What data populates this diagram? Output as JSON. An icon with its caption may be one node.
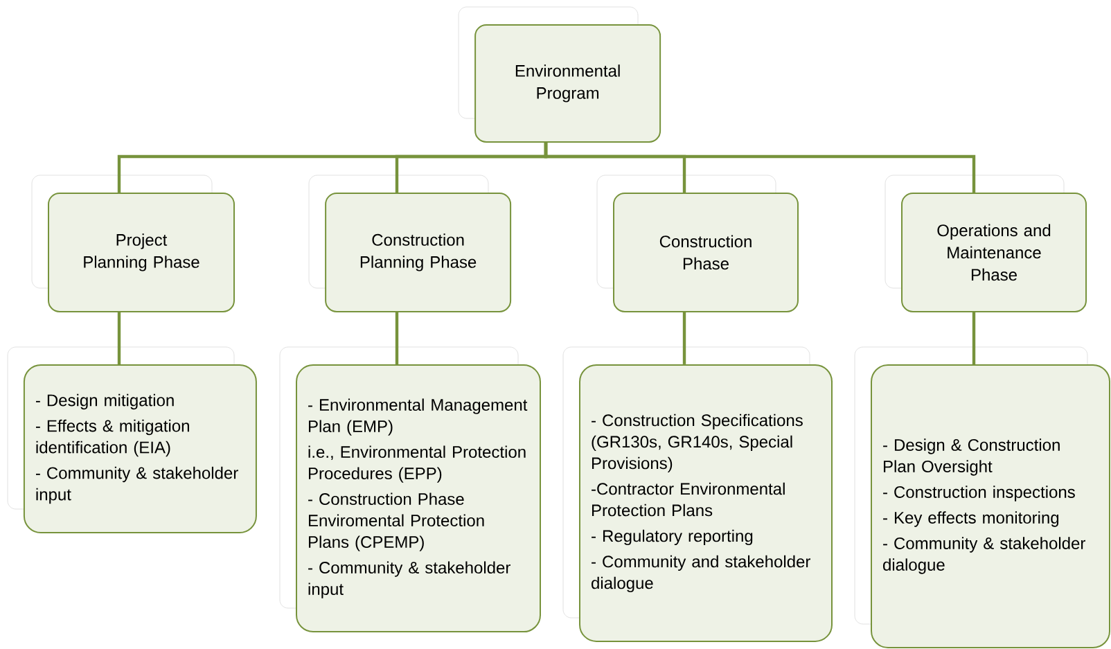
{
  "diagram": {
    "nodes": [
      {
        "text": [
          "Environmental Program"
        ]
      },
      {
        "text": [
          "Project Planning Phase"
        ]
      },
      {
        "text": [
          "Construction Planning Phase"
        ]
      },
      {
        "text": [
          "Construction Phase"
        ]
      },
      {
        "text": [
          "Operations and Maintenance Phase"
        ]
      },
      {
        "text": [
          "- Design mitigation",
          "- Effects & mitigation identification (EIA)",
          "- Community & stakeholder input"
        ]
      },
      {
        "text": [
          "- Environmental Management Plan (EMP)",
          "i.e., Environmental Protection Procedures (EPP)",
          "- Construction Phase Enviromental Protection Plans (CPEMP)",
          "- Community & stakeholder input"
        ]
      },
      {
        "text": [
          "- Construction Specifications (GR130s, GR140s, Special Provisions)",
          "-Contractor Environmental Protection Plans",
          "- Regulatory reporting",
          "- Community and stakeholder dialogue"
        ]
      },
      {
        "text": [
          "- Design & Construction Plan Oversight",
          "- Construction inspections",
          "- Key effects monitoring",
          "- Community & stakeholder dialogue"
        ]
      }
    ],
    "edges": [
      {
        "from": 0,
        "to": 1,
        "arrow": "none"
      },
      {
        "from": 0,
        "to": 2,
        "arrow": "none"
      },
      {
        "from": 0,
        "to": 3,
        "arrow": "none"
      },
      {
        "from": 0,
        "to": 4,
        "arrow": "none"
      },
      {
        "from": 1,
        "to": 5,
        "arrow": "none"
      },
      {
        "from": 2,
        "to": 6,
        "arrow": "none"
      },
      {
        "from": 3,
        "to": 7,
        "arrow": "none"
      },
      {
        "from": 4,
        "to": 8,
        "arrow": "none"
      }
    ]
  }
}
